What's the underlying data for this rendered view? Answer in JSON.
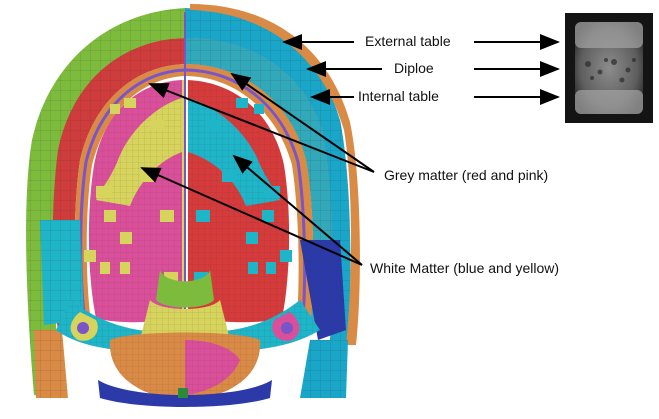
{
  "labels": {
    "external_table": "External table",
    "diploe": "Diploe",
    "internal_table": "Internal table",
    "grey_matter": "Grey matter  (red and pink)",
    "white_matter": "White Matter (blue and yellow)"
  },
  "colors": {
    "skull_green": "#7dbb3d",
    "skull_blue": "#1aa6c9",
    "skull_orange": "#d98a45",
    "grey_matter_red": "#d63b3b",
    "grey_matter_pink": "#d94f9a",
    "white_matter_blue": "#1fb5c8",
    "white_matter_yellow": "#d7d45d",
    "mesh_line": "#5a5a5a",
    "navy": "#2b3aa8",
    "purple": "#7a55c8",
    "arrow": "#000000"
  },
  "icons": {
    "ct_sample": "grayscale-ct-sample-icon"
  }
}
